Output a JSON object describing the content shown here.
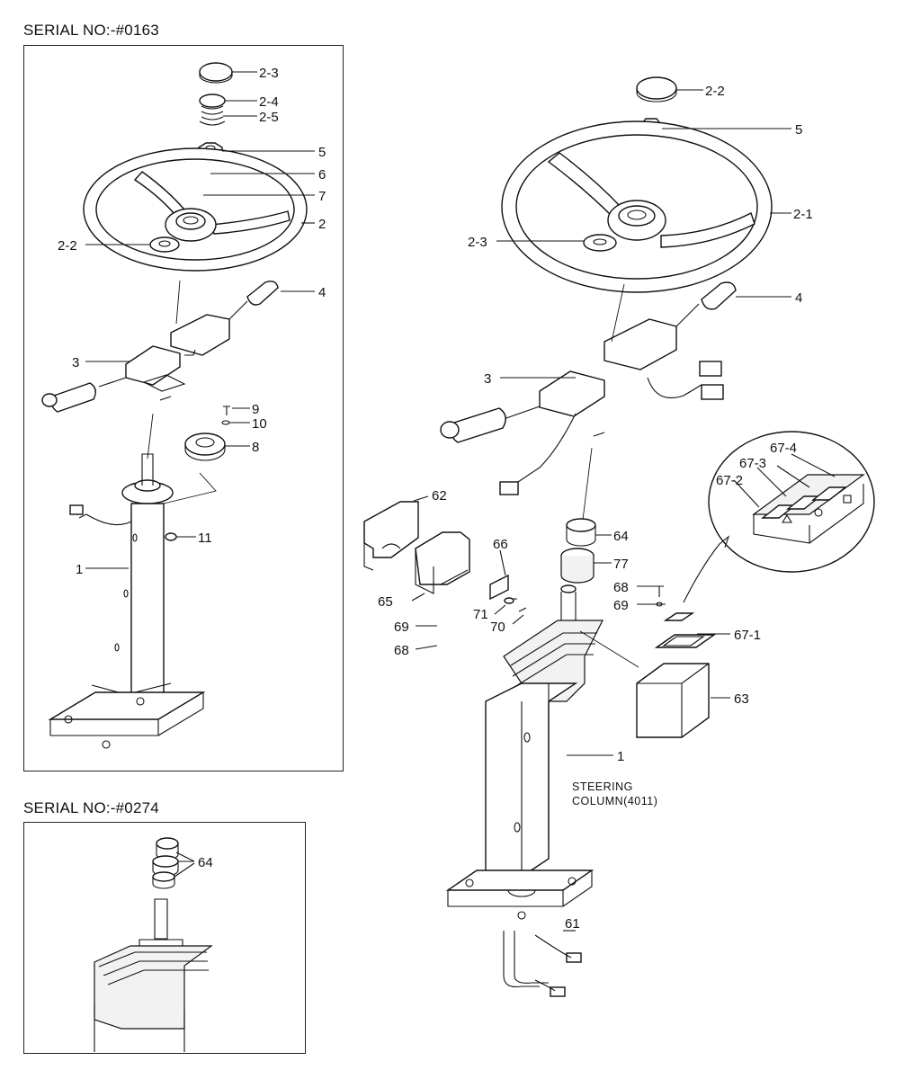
{
  "headers": {
    "serial_top": "SERIAL NO:-#0163",
    "serial_bottom": "SERIAL NO:-#0274"
  },
  "callouts": {
    "left_top": [
      "2-3",
      "2-4",
      "2-5",
      "5",
      "6",
      "7",
      "2",
      "2-2",
      "4",
      "3",
      "9",
      "10",
      "8",
      "11",
      "1"
    ],
    "left_bottom": [
      "64"
    ],
    "right": [
      "2-2",
      "5",
      "2-1",
      "2-3",
      "4",
      "3",
      "62",
      "66",
      "64",
      "77",
      "65",
      "68",
      "69",
      "71",
      "70",
      "69",
      "68",
      "67-1",
      "63",
      "1",
      "61",
      "67-4",
      "67-3",
      "67-2"
    ]
  },
  "notes": {
    "steering_line1": "STEERING",
    "steering_line2": "COLUMN(4011)"
  }
}
